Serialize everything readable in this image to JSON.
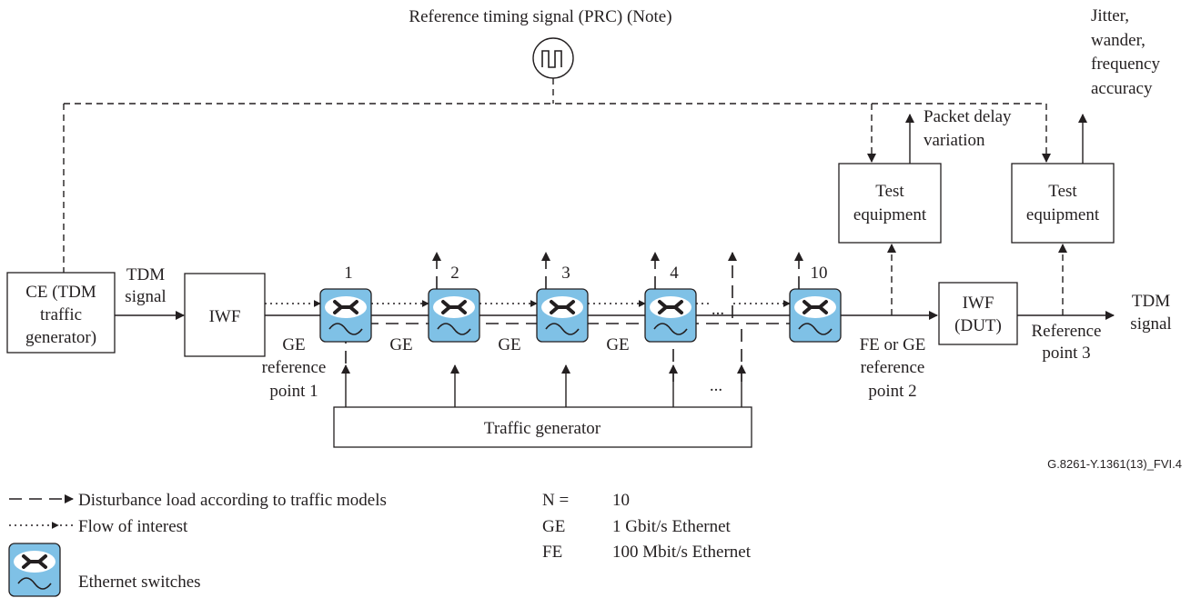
{
  "title": "Reference timing signal (PRC) (Note)",
  "figure_id": "G.8261-Y.1361(13)_FVI.4",
  "colors": {
    "switch_fill": "#7fc1e6",
    "line": "#231f20"
  },
  "icons": {
    "prc_clock": "square-wave-clock-icon",
    "switch": "ethernet-switch-icon"
  },
  "ce": {
    "line1": "CE (TDM",
    "line2": "traffic",
    "line3": "generator)"
  },
  "tdm_in": {
    "line1": "TDM",
    "line2": "signal"
  },
  "iwf_in": "IWF",
  "switch_numbers": [
    "1",
    "2",
    "3",
    "4",
    "10"
  ],
  "ellipsis": "...",
  "ellipsis_lower": "...",
  "link_labels": {
    "gi_ref1": {
      "line1": "GE",
      "line2": "reference",
      "line3": "point 1"
    },
    "ge_a": "GE",
    "ge_b": "GE",
    "ge_c": "GE",
    "ref2": {
      "line1": "FE or GE",
      "line2": "reference",
      "line3": "point 2"
    }
  },
  "traffic_generator": "Traffic generator",
  "iwf_dut": {
    "line1": "IWF",
    "line2": "(DUT)"
  },
  "ref3": {
    "line1": "Reference",
    "line2": "point 3"
  },
  "tdm_out": {
    "line1": "TDM",
    "line2": "signal"
  },
  "test_eq_1": {
    "line1": "Test",
    "line2": "equipment"
  },
  "test_eq_2": {
    "line1": "Test",
    "line2": "equipment"
  },
  "pdv": {
    "line1": "Packet delay",
    "line2": "variation"
  },
  "jitter": {
    "line1": "Jitter,",
    "line2": "wander,",
    "line3": "frequency",
    "line4": "accuracy"
  },
  "legend": {
    "disturbance": "Disturbance load according to traffic models",
    "flow": "Flow of interest",
    "switches": "Ethernet switches"
  },
  "abbreviations": [
    {
      "key": "N =",
      "value": "10"
    },
    {
      "key": "GE",
      "value": "1 Gbit/s Ethernet"
    },
    {
      "key": "FE",
      "value": "100 Mbit/s Ethernet"
    }
  ]
}
